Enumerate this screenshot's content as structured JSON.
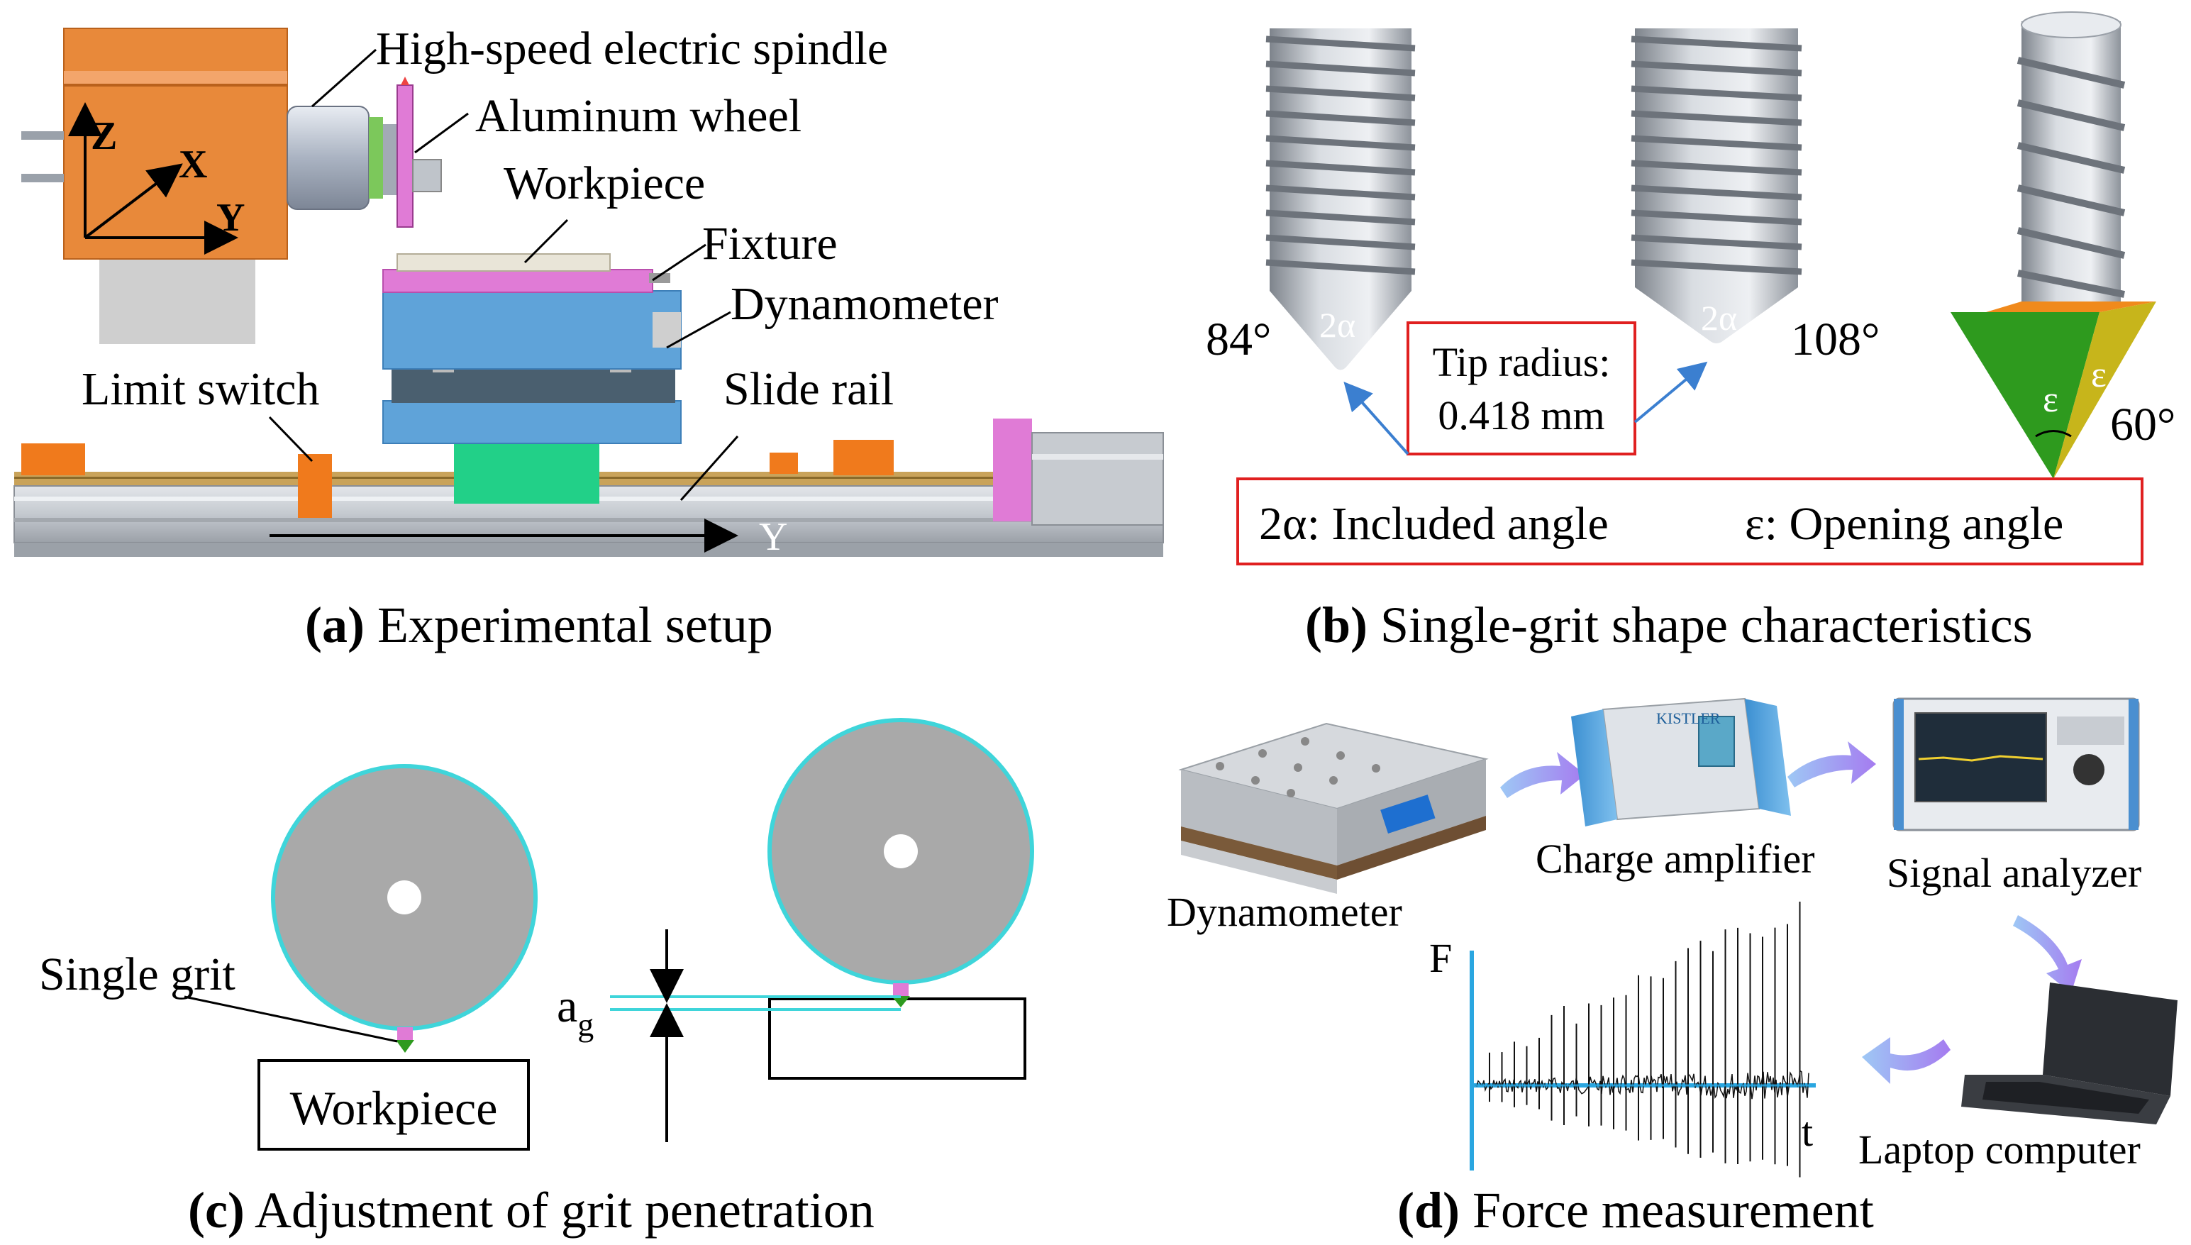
{
  "panel_a": {
    "caption_letter": "(a)",
    "caption_text": "Experimental setup",
    "labels": {
      "spindle": "High-speed electric spindle",
      "wheel": "Aluminum wheel",
      "workpiece": "Workpiece",
      "fixture": "Fixture",
      "dynamometer": "Dynamometer",
      "limit_switch": "Limit switch",
      "slide_rail": "Slide rail",
      "axis_z": "Z",
      "axis_x": "X",
      "axis_y": "Y",
      "rail_axis_y": "Y"
    }
  },
  "panel_b": {
    "caption_letter": "(b)",
    "caption_text": "Single-grit shape characteristics",
    "angle_84": "84°",
    "angle_108": "108°",
    "angle_60": "60°",
    "two_alpha": "2α",
    "epsilon": "ε",
    "tip_radius_line1": "Tip radius:",
    "tip_radius_line2": "0.418 mm",
    "legend_included": "2α: Included angle",
    "legend_opening": "ε: Opening angle"
  },
  "panel_c": {
    "caption_letter": "(c)",
    "caption_text": "Adjustment of grit penetration",
    "single_grit": "Single grit",
    "workpiece": "Workpiece",
    "ag_main": "a",
    "ag_sub": "g"
  },
  "panel_d": {
    "caption_letter": "(d)",
    "caption_text": "Force measurement",
    "dynamometer": "Dynamometer",
    "charge_amplifier": "Charge amplifier",
    "signal_analyzer": "Signal analyzer",
    "laptop": "Laptop computer",
    "axis_f": "F",
    "axis_t": "t",
    "amp_brand": "KISTLER"
  },
  "colors": {
    "spindle_orange": "#E8893A",
    "fixture_magenta": "#E07BD6",
    "dynamometer_blue": "#5FA3D9",
    "mount_green": "#22D088",
    "rail_gray": "#B9BEC6",
    "limit_orange": "#F07A1C",
    "callout_red": "#E02020",
    "grit_green": "#2E9A1E",
    "grit_yellow": "#C7B51B",
    "wheel_rim_cyan": "#3FD5DA",
    "signal_blue": "#2AA6E0",
    "arrow_purple": "#9A8DF0"
  }
}
